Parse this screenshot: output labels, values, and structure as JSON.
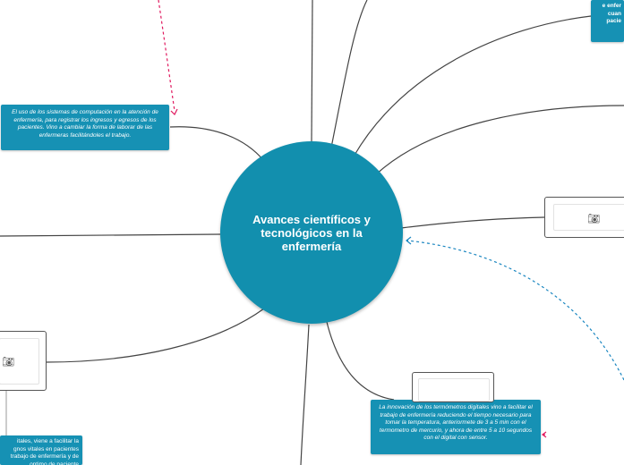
{
  "center": {
    "title": "Avances científicos y tecnológicos en la enfermería"
  },
  "notes": {
    "computacion": "El uso de los sistemas de computación en la atención de enfermería, para registrar los ingresos y egresos de los pacientes.  Vino a cambiar la forma de laborar de las enfermeras facilitándoles el trabajo.",
    "termometros": "La innovación de los termómetros digitales vino a facilitar el trabajo de enfermería reduciendo el tiempo necesario para tomar la temperatura, anteriormete de 3 a 5 min con el termometro de mercurio, y ahora de entre 5 a 10 segundos con el digital con sensor.",
    "signos_partial": "itales, viene a facilitar la gnos vitales en pacientes trabajo de enfermería y de optimo de paciente",
    "top_right_partial": "e enfer cuan pacie"
  },
  "icons": {
    "image_placeholder": "camera-icon"
  },
  "colors": {
    "topic_blue": "#128fae",
    "note_blue": "#1691b4",
    "link_pink": "#e0185e",
    "link_blue": "#1a86c0",
    "line_dark": "#444444"
  }
}
